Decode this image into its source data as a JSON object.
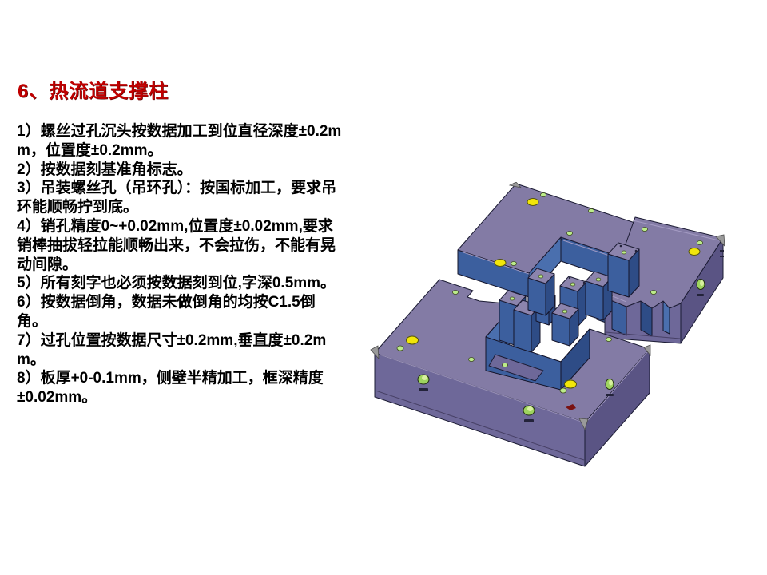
{
  "slide": {
    "title": "6、热流道支撑柱",
    "title_color": "#c00000",
    "notes": [
      "1）螺丝过孔沉头按数据加工到位直径深度±0.2mm，位置度±0.2mm。",
      "2）按数据刻基准角标志。",
      "3）吊装螺丝孔（吊环孔）：按国标加工，要求吊环能顺畅拧到底。",
      "4）销孔精度0~+0.02mm,位置度±0.02mm,要求销棒抽拔轻拉能顺畅出来，不会拉伤，不能有晃动间隙。",
      "5）所有刻字也必须按数据刻到位,字深0.5mm。",
      "6）按数据倒角，数据未做倒角的均按C1.5倒角。",
      "7）过孔位置按数据尺寸±0.2mm,垂直度±0.2mm。",
      "8）板厚+0-0.1mm，侧壁半精加工，框深精度±0.02mm。"
    ]
  },
  "figure": {
    "alt": "三维CAD渲染：热流道支撑柱模板（紫色顶面、蓝色侧壁、黄色与绿色孔位）",
    "colors": {
      "plate_top": "#837ba5",
      "wall_purple": "#6e6899",
      "wall_purple_dark": "#5a5484",
      "wall_blue": "#3c5f9e",
      "wall_blue_light": "#4a6fae",
      "wall_blue_dark": "#2e4c86",
      "outline": "#1b1b33",
      "hole_yellow": "#f2e60a",
      "hole_green": "#bcec8a",
      "side_hole_green": "#9ed45f",
      "corner_chamfer_gray": "#9a9a9a",
      "datum_mark_red": "#7a1212",
      "background": "#ffffff"
    }
  }
}
